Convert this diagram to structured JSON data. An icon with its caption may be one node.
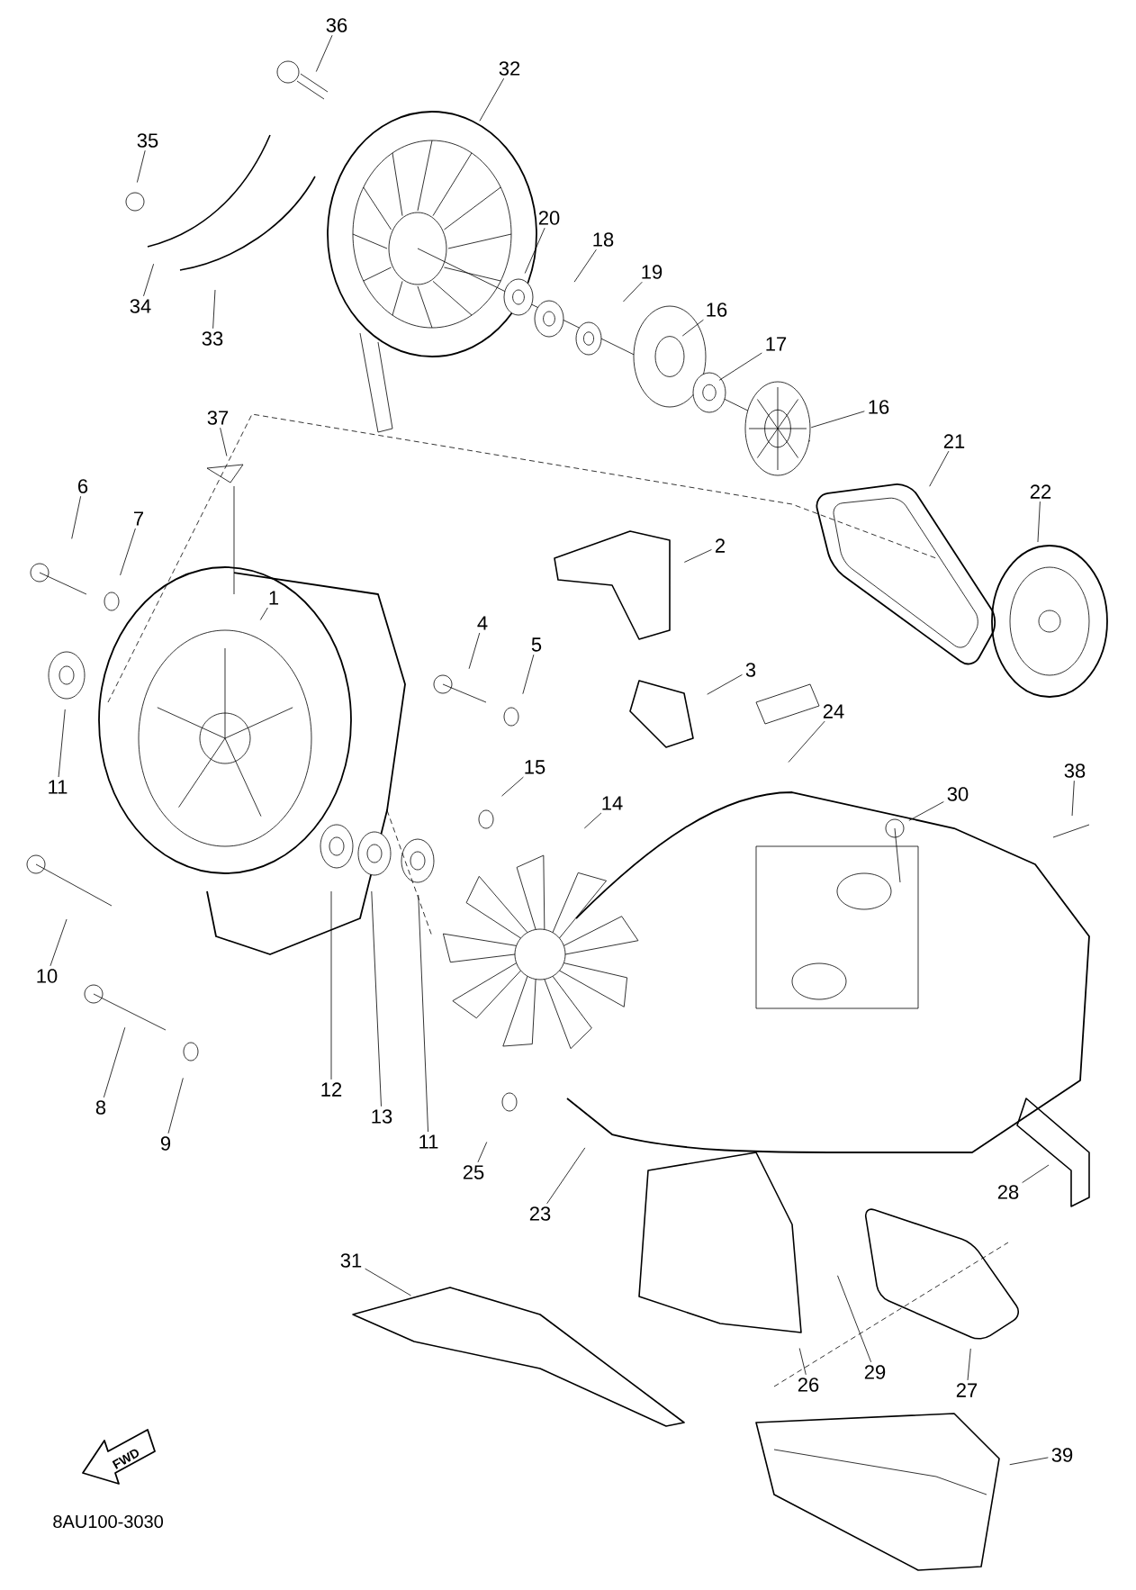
{
  "diagram": {
    "nodes": [
      {
        "text": [
          "36"
        ]
      },
      {
        "text": [
          "32"
        ]
      },
      {
        "text": [
          "35"
        ]
      },
      {
        "text": [
          "34"
        ]
      },
      {
        "text": [
          "33"
        ]
      },
      {
        "text": [
          "20"
        ]
      },
      {
        "text": [
          "18"
        ]
      },
      {
        "text": [
          "19"
        ]
      },
      {
        "text": [
          "16"
        ]
      },
      {
        "text": [
          "17"
        ]
      },
      {
        "text": [
          "16"
        ]
      },
      {
        "text": [
          "21"
        ]
      },
      {
        "text": [
          "22"
        ]
      },
      {
        "text": [
          "37"
        ]
      },
      {
        "text": [
          "6"
        ]
      },
      {
        "text": [
          "7"
        ]
      },
      {
        "text": [
          "2"
        ]
      },
      {
        "text": [
          "1"
        ]
      },
      {
        "text": [
          "4"
        ]
      },
      {
        "text": [
          "5"
        ]
      },
      {
        "text": [
          "3"
        ]
      },
      {
        "text": [
          "24"
        ]
      },
      {
        "text": [
          "15"
        ]
      },
      {
        "text": [
          "14"
        ]
      },
      {
        "text": [
          "30"
        ]
      },
      {
        "text": [
          "38"
        ]
      },
      {
        "text": [
          "11"
        ]
      },
      {
        "text": [
          "10"
        ]
      },
      {
        "text": [
          "12"
        ]
      },
      {
        "text": [
          "13"
        ]
      },
      {
        "text": [
          "11"
        ]
      },
      {
        "text": [
          "8"
        ]
      },
      {
        "text": [
          "9"
        ]
      },
      {
        "text": [
          "25"
        ]
      },
      {
        "text": [
          "23"
        ]
      },
      {
        "text": [
          "28"
        ]
      },
      {
        "text": [
          "31"
        ]
      },
      {
        "text": [
          "26"
        ]
      },
      {
        "text": [
          "29"
        ]
      },
      {
        "text": [
          "27"
        ]
      },
      {
        "text": [
          "39"
        ]
      }
    ],
    "edges": [
      {
        "from": 0,
        "to": null,
        "arrow": "none"
      },
      {
        "from": 1,
        "to": null,
        "arrow": "none"
      },
      {
        "from": 2,
        "to": null,
        "arrow": "none"
      },
      {
        "from": 3,
        "to": null,
        "arrow": "none"
      },
      {
        "from": 4,
        "to": null,
        "arrow": "none"
      },
      {
        "from": 5,
        "to": null,
        "arrow": "none"
      },
      {
        "from": 6,
        "to": null,
        "arrow": "none"
      },
      {
        "from": 7,
        "to": null,
        "arrow": "none"
      },
      {
        "from": 8,
        "to": null,
        "arrow": "none"
      },
      {
        "from": 9,
        "to": null,
        "arrow": "none"
      },
      {
        "from": 10,
        "to": null,
        "arrow": "none"
      },
      {
        "from": 11,
        "to": null,
        "arrow": "none"
      },
      {
        "from": 12,
        "to": null,
        "arrow": "none"
      },
      {
        "from": 13,
        "to": null,
        "arrow": "none"
      },
      {
        "from": 14,
        "to": null,
        "arrow": "none"
      },
      {
        "from": 15,
        "to": null,
        "arrow": "none"
      },
      {
        "from": 16,
        "to": null,
        "arrow": "none"
      },
      {
        "from": 17,
        "to": null,
        "arrow": "none"
      },
      {
        "from": 18,
        "to": null,
        "arrow": "none"
      },
      {
        "from": 19,
        "to": null,
        "arrow": "none"
      },
      {
        "from": 20,
        "to": null,
        "arrow": "none"
      },
      {
        "from": 21,
        "to": null,
        "arrow": "none"
      },
      {
        "from": 22,
        "to": null,
        "arrow": "none"
      },
      {
        "from": 23,
        "to": null,
        "arrow": "none"
      },
      {
        "from": 24,
        "to": null,
        "arrow": "none"
      },
      {
        "from": 25,
        "to": null,
        "arrow": "none"
      },
      {
        "from": 26,
        "to": null,
        "arrow": "none"
      },
      {
        "from": 27,
        "to": null,
        "arrow": "none"
      },
      {
        "from": 28,
        "to": null,
        "arrow": "none"
      },
      {
        "from": 29,
        "to": null,
        "arrow": "none"
      },
      {
        "from": 30,
        "to": null,
        "arrow": "none"
      },
      {
        "from": 31,
        "to": null,
        "arrow": "none"
      },
      {
        "from": 32,
        "to": null,
        "arrow": "none"
      },
      {
        "from": 33,
        "to": null,
        "arrow": "none"
      },
      {
        "from": 34,
        "to": null,
        "arrow": "none"
      },
      {
        "from": 35,
        "to": null,
        "arrow": "none"
      },
      {
        "from": 36,
        "to": null,
        "arrow": "none"
      },
      {
        "from": 37,
        "to": null,
        "arrow": "none"
      },
      {
        "from": 38,
        "to": null,
        "arrow": "none"
      },
      {
        "from": 39,
        "to": null,
        "arrow": "none"
      },
      {
        "from": 40,
        "to": null,
        "arrow": "none"
      }
    ],
    "labels": [
      "FWD",
      "8AU100-3030"
    ]
  }
}
